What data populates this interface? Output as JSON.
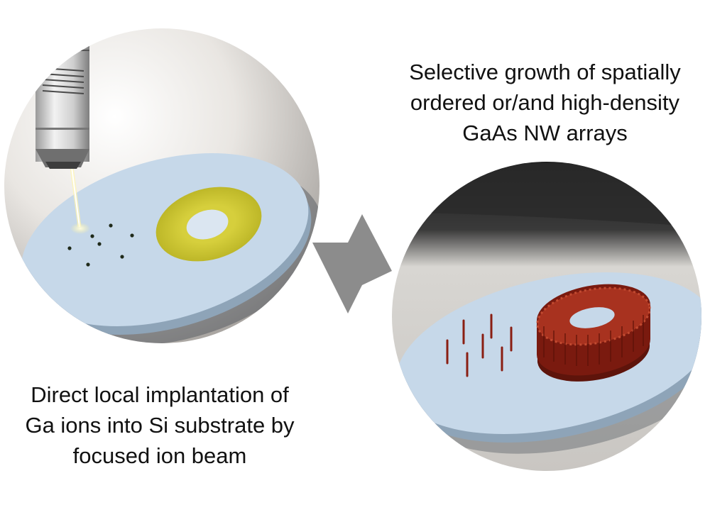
{
  "left_panel": {
    "caption_lines": [
      "Direct local implantation of",
      "Ga ions into Si substrate by",
      "focused ion beam"
    ]
  },
  "right_panel": {
    "caption_lines": [
      "Selective growth of spatially",
      "ordered or/and high-density",
      "GaAs NW arrays"
    ]
  },
  "colors": {
    "substrate": "#c6d8e9",
    "implant_ring": "#c9c42a",
    "nanowire": "#8a1e12",
    "arrow": "#8a8a8a"
  }
}
